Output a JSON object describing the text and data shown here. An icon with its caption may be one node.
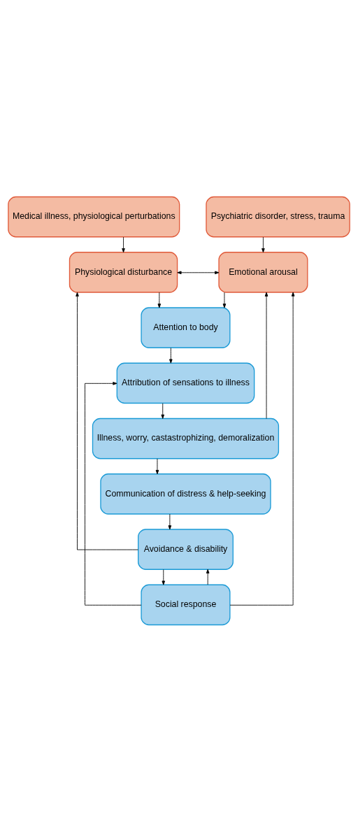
{
  "diagram": {
    "nodes": [
      {
        "text": [
          "Medical illness, physiological perturbations"
        ]
      },
      {
        "text": [
          "Psychiatric disorder, stress, trauma"
        ]
      },
      {
        "text": [
          "Physiological disturbance"
        ]
      },
      {
        "text": [
          "Emotional arousal"
        ]
      },
      {
        "text": [
          "Attention to body"
        ]
      },
      {
        "text": [
          "Attribution of sensations to illness"
        ]
      },
      {
        "text": [
          "Illness, worry, castastrophizing, demoralization"
        ]
      },
      {
        "text": [
          "Communication of distress & help-seeking"
        ]
      },
      {
        "text": [
          "Avoidance & disability"
        ]
      },
      {
        "text": [
          "Social response"
        ]
      }
    ],
    "edges": [
      {
        "from": 0,
        "to": 2,
        "arrow": "to"
      },
      {
        "from": 1,
        "to": 3,
        "arrow": "to"
      },
      {
        "from": 2,
        "to": 3,
        "arrow": "both"
      },
      {
        "from": 2,
        "to": 4,
        "arrow": "to"
      },
      {
        "from": 3,
        "to": 4,
        "arrow": "to"
      },
      {
        "from": 4,
        "to": 5,
        "arrow": "to"
      },
      {
        "from": 5,
        "to": 6,
        "arrow": "to"
      },
      {
        "from": 6,
        "to": 3,
        "arrow": "to"
      },
      {
        "from": 6,
        "to": 7,
        "arrow": "to"
      },
      {
        "from": 7,
        "to": 8,
        "arrow": "to"
      },
      {
        "from": 8,
        "to": 2,
        "arrow": "to"
      },
      {
        "from": 8,
        "to": 9,
        "arrow": "to"
      },
      {
        "from": 9,
        "to": 8,
        "arrow": "to"
      },
      {
        "from": 9,
        "to": 5,
        "arrow": "to"
      },
      {
        "from": 9,
        "to": 3,
        "arrow": "to"
      }
    ]
  }
}
